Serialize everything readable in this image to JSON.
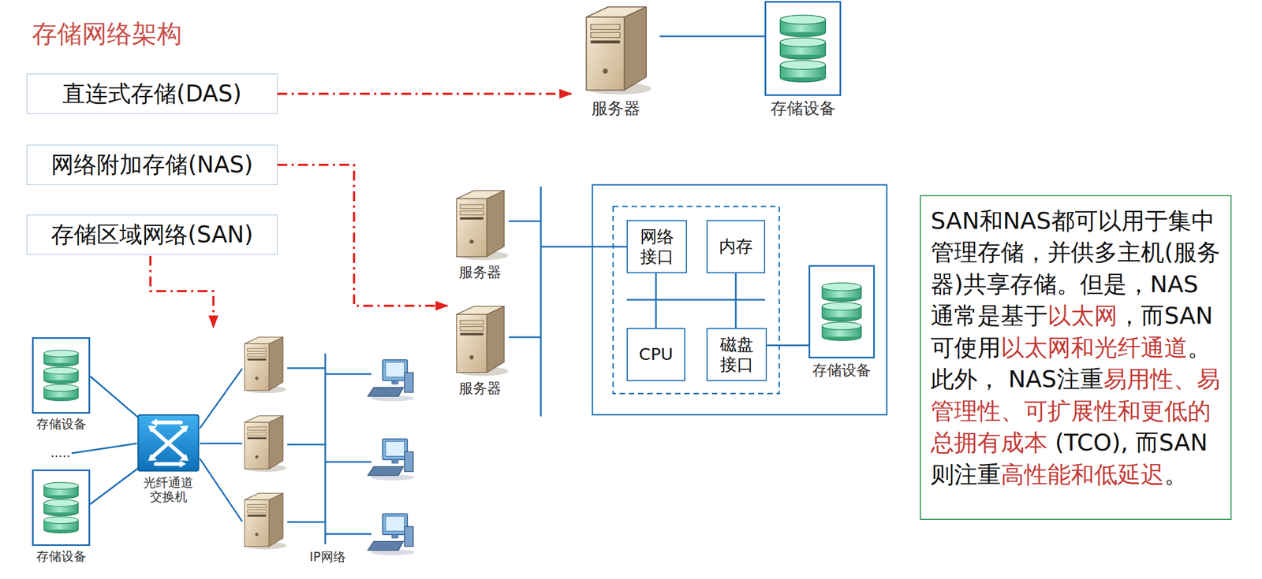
{
  "diagram": {
    "title": "存储网络架构",
    "nodes": [
      {
        "text": [
          "直连式存储(DAS)"
        ]
      },
      {
        "text": [
          "网络附加存储(NAS)"
        ]
      },
      {
        "text": [
          "存储区域网络(SAN)"
        ]
      },
      {
        "text": [
          "服务器"
        ]
      },
      {
        "text": [
          "存储设备"
        ]
      },
      {
        "text": [
          "服务器"
        ]
      },
      {
        "text": [
          "服务器"
        ]
      },
      {
        "text": [
          "网络接口"
        ]
      },
      {
        "text": [
          "内存"
        ]
      },
      {
        "text": [
          "CPU"
        ]
      },
      {
        "text": [
          "磁盘接口"
        ]
      },
      {
        "text": [
          "存储设备"
        ]
      },
      {
        "text": [
          "存储设备"
        ]
      },
      {
        "text": [
          "存储设备"
        ]
      },
      {
        "text": [
          "光纤通道交换机"
        ]
      },
      {
        "text": [
          "SAN和NAS都可以用于集中管理存储，并供多主机(服务器)共享存储。但是，NAS通常是基于",
          "以太网",
          "，而SAN可使用",
          "以太网和光纤通道",
          "。此外， NAS注重",
          "易用性、易管理性、可扩展性和更低的总拥有成本",
          " (TCO), 而SAN则注重",
          "高性能和低延迟",
          "。"
        ]
      }
    ],
    "edges": [
      {
        "from": 0,
        "to": 3,
        "arrow": "to"
      },
      {
        "from": 1,
        "to": 6,
        "arrow": "to"
      },
      {
        "from": 3,
        "to": 4,
        "arrow": "none"
      },
      {
        "from": 10,
        "to": 11,
        "arrow": "none"
      },
      {
        "from": 12,
        "to": 14,
        "arrow": "none"
      },
      {
        "from": 13,
        "to": 14,
        "arrow": "none"
      }
    ],
    "labels": [
      ".....",
      "IP网络"
    ]
  }
}
